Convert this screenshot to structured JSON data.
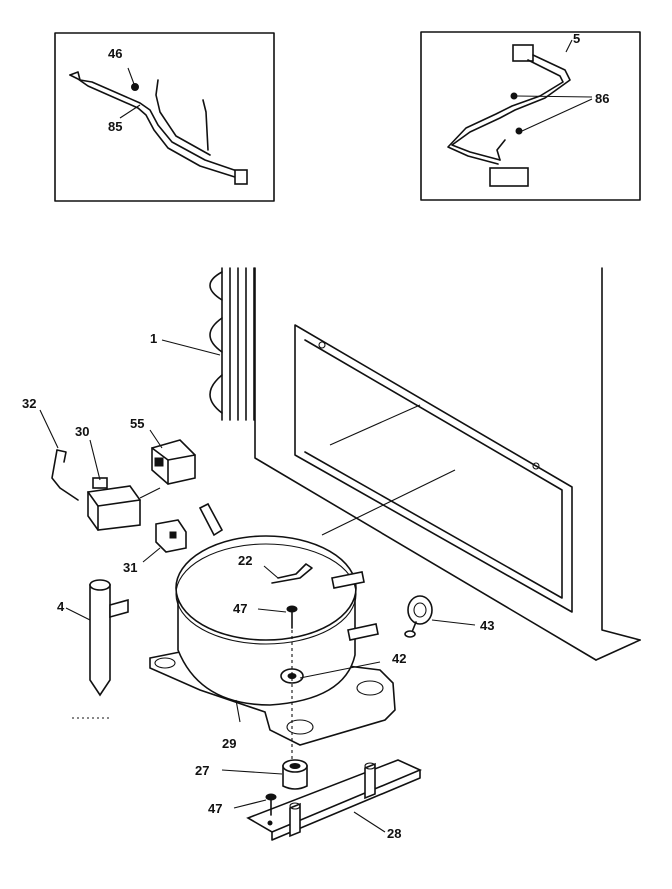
{
  "labels": {
    "p1": "1",
    "p4": "4",
    "p5": "5",
    "p22": "22",
    "p27": "27",
    "p28": "28",
    "p29": "29",
    "p30": "30",
    "p31": "31",
    "p32": "32",
    "p42": "42",
    "p43": "43",
    "p46": "46",
    "p47a": "47",
    "p47b": "47",
    "p55": "55",
    "p85": "85",
    "p86": "86"
  }
}
